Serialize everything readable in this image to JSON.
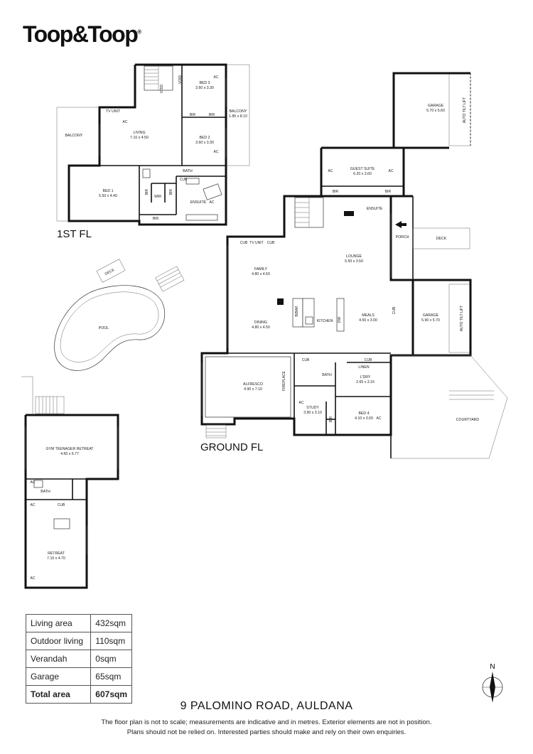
{
  "brand": {
    "logo_text": "Toop&Toop",
    "logo_mark": "®"
  },
  "floor_labels": {
    "first": "1ST FL",
    "ground": "GROUND FL"
  },
  "rooms": {
    "bed3": {
      "name": "BED 3",
      "size": "3.60 x 3.30"
    },
    "balcony_right": {
      "name": "BALCONY",
      "size": "1.85 x 8.10"
    },
    "balcony_left": {
      "name": "BALCONY"
    },
    "living": {
      "name": "LIVING",
      "size": "7.10 x 4.50"
    },
    "bed2": {
      "name": "BED 2",
      "size": "3.60 x 3.30"
    },
    "bed1": {
      "name": "BED 1",
      "size": "5.50 x 4.40"
    },
    "ensuite_1st": {
      "name": "ENSUITE"
    },
    "wir": {
      "name": "WIR"
    },
    "bath_1st": {
      "name": "BATH"
    },
    "tv_unit_1st": {
      "name": "TV UNIT"
    },
    "garage_top": {
      "name": "GARAGE",
      "size": "5.70 x 5.60"
    },
    "guest_suite": {
      "name": "GUEST SUITE",
      "size": "6.20 x 3.60"
    },
    "ensuite_ground": {
      "name": "ENSUITE"
    },
    "porch": {
      "name": "PORCH"
    },
    "deck_right": {
      "name": "DECK"
    },
    "lounge": {
      "name": "LOUNGE",
      "size": "5.50 x 3.50"
    },
    "family": {
      "name": "FAMILY",
      "size": "4.80 x 4.50"
    },
    "dining": {
      "name": "DINING",
      "size": "4.80 x 4.50"
    },
    "kitchen": {
      "name": "KITCHEN"
    },
    "meals": {
      "name": "MEALS",
      "size": "4.50 x 3.00"
    },
    "garage_mid": {
      "name": "GARAGE",
      "size": "5.90 x 5.70"
    },
    "alfresco": {
      "name": "ALFRESCO",
      "size": "4.90 x 7.10"
    },
    "bath_ground": {
      "name": "BATH"
    },
    "lory": {
      "name": "L'DRY",
      "size": "2.65 x 3.15"
    },
    "linen": {
      "name": "LINEN"
    },
    "study": {
      "name": "STUDY",
      "size": "3.90 x 3.10"
    },
    "bed4": {
      "name": "BED 4",
      "size": "4.10 x 3.00"
    },
    "courtyard": {
      "name": "COURTYARD"
    },
    "pool": {
      "name": "POOL"
    },
    "deck_pool": {
      "name": "DECK"
    },
    "gym": {
      "name": "GYM TEENAGER RETREAT",
      "size": "4.60 x 6.77"
    },
    "bath_retreat": {
      "name": "BATH"
    },
    "retreat": {
      "name": "RETREAT",
      "size": "7.10 x 4.70"
    }
  },
  "tags": {
    "ac": "AC",
    "bir": "BIR",
    "void": "VOID",
    "cub": "CUB",
    "tv_unit": "TV UNIT",
    "bbar": "B/BAR",
    "dw": "DW",
    "fireplace": "FIREPLACE",
    "auto_tilt_lift": "AUTO TILT LIFT"
  },
  "area_table": [
    {
      "label": "Living area",
      "value": "432sqm"
    },
    {
      "label": "Outdoor living",
      "value": "110sqm"
    },
    {
      "label": "Verandah",
      "value": "0sqm"
    },
    {
      "label": "Garage",
      "value": "65sqm"
    },
    {
      "label": "Total area",
      "value": "607sqm"
    }
  ],
  "address": "9 PALOMINO ROAD, AULDANA",
  "disclaimer": {
    "line1": "The floor plan is not to scale; measurements are indicative and in metres. Exterior elements are not in position.",
    "line2": "Plans should not be relied on. Interested parties should make and rely on their own enquiries."
  },
  "compass": {
    "letter": "N",
    "icon": "north-arrow-icon"
  }
}
